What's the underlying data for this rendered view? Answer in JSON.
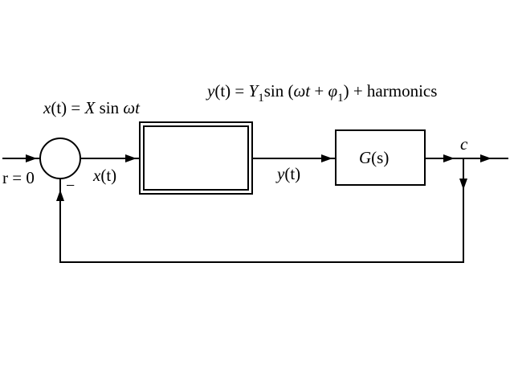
{
  "labels": {
    "output_expr": {
      "y": "y",
      "paren_t": "(t) = ",
      "Y": "Y",
      "sub1": "1",
      "sin": "sin (",
      "omega": "ω",
      "t": "t",
      "plus": " + ",
      "phi": "φ",
      "phi_sub": "1",
      "tail": ") + harmonics"
    },
    "input_expr": {
      "x": "x",
      "paren": "(t) = ",
      "X": "X",
      "sin": " sin ",
      "omega": "ω",
      "t": "t"
    },
    "reference": "r = 0",
    "minus_sign": "−",
    "x_signal": {
      "var": "x",
      "arg": "(t)"
    },
    "y_signal": {
      "var": "y",
      "arg": "(t)"
    },
    "plant": {
      "name": "G",
      "arg": "(s)"
    },
    "output": "c"
  }
}
